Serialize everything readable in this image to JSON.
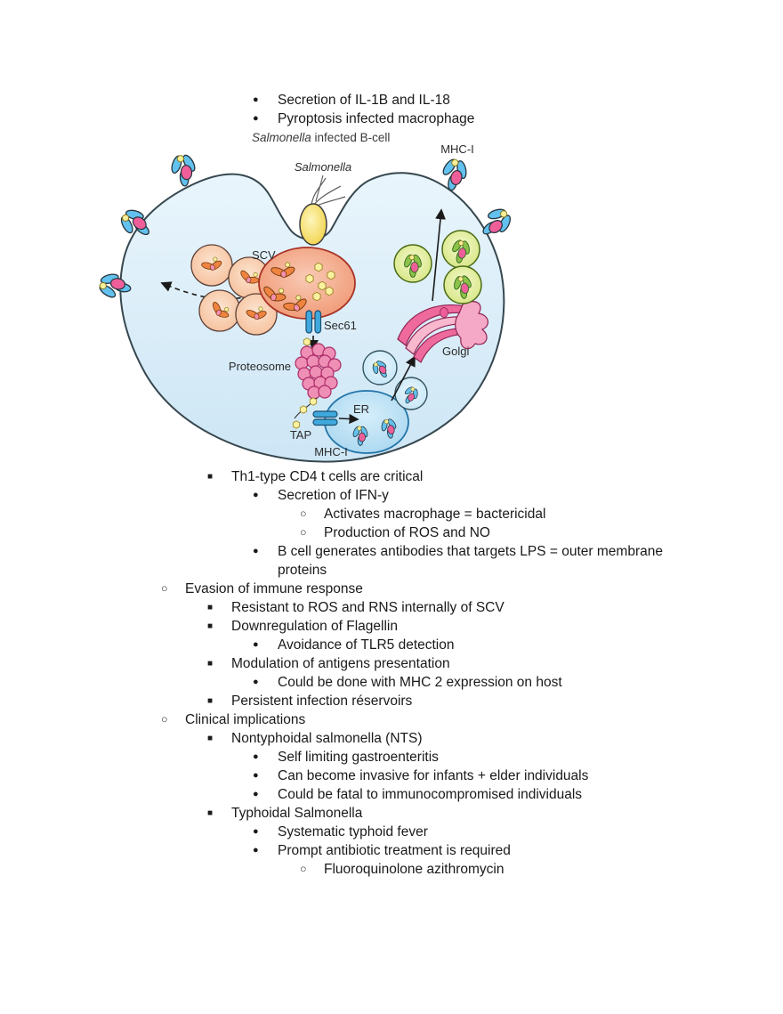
{
  "document": {
    "top_list": [
      {
        "level": 4,
        "marker": "disc",
        "text": "Secretion of IL-1B and IL-18"
      },
      {
        "level": 4,
        "marker": "disc",
        "text": "Pyroptosis infected macrophage"
      }
    ],
    "bottom_list": [
      {
        "level": 3,
        "marker": "square",
        "text": "Th1-type CD4 t cells are critical"
      },
      {
        "level": 4,
        "marker": "disc",
        "text": "Secretion of IFN-y"
      },
      {
        "level": 5,
        "marker": "circle",
        "text": "Activates macrophage = bactericidal"
      },
      {
        "level": 5,
        "marker": "circle",
        "text": "Production of ROS and NO"
      },
      {
        "level": 4,
        "marker": "disc",
        "text": "B cell generates antibodies that targets LPS = outer membrane proteins"
      },
      {
        "level": 2,
        "marker": "circle",
        "text": "Evasion of immune response"
      },
      {
        "level": 3,
        "marker": "square",
        "text": "Resistant to ROS and RNS internally of SCV"
      },
      {
        "level": 3,
        "marker": "square",
        "text": "Downregulation of Flagellin"
      },
      {
        "level": 4,
        "marker": "disc",
        "text": "Avoidance of TLR5 detection"
      },
      {
        "level": 3,
        "marker": "square",
        "text": "Modulation of antigens presentation"
      },
      {
        "level": 4,
        "marker": "disc",
        "text": "Could be done with MHC 2 expression on host"
      },
      {
        "level": 3,
        "marker": "square",
        "text": "Persistent infection réservoirs"
      },
      {
        "level": 2,
        "marker": "circle",
        "text": "Clinical implications"
      },
      {
        "level": 3,
        "marker": "square",
        "text": "Nontyphoidal salmonella (NTS)"
      },
      {
        "level": 4,
        "marker": "disc",
        "text": "Self limiting gastroenteritis"
      },
      {
        "level": 4,
        "marker": "disc",
        "text": "Can become invasive for infants + elder individuals"
      },
      {
        "level": 4,
        "marker": "disc",
        "text": "Could be fatal to immunocompromised individuals"
      },
      {
        "level": 3,
        "marker": "square",
        "text": "Typhoidal Salmonella"
      },
      {
        "level": 4,
        "marker": "disc",
        "text": "Systematic typhoid fever"
      },
      {
        "level": 4,
        "marker": "disc",
        "text": "Prompt antibiotic treatment is required"
      },
      {
        "level": 5,
        "marker": "circle",
        "text": "Fluoroquinolone azithromycin"
      }
    ]
  },
  "figure": {
    "caption_italic": "Salmonella",
    "caption_rest": " infected B-cell",
    "labels": {
      "mhc1_top": "MHC-I",
      "salmonella": "Salmonella",
      "scv": "SCV",
      "sec61": "Sec61",
      "proteosome": "Proteosome",
      "er": "ER",
      "tap": "TAP",
      "mhc1_bottom": "MHC-I",
      "golgi": "Golgi"
    },
    "colors": {
      "cell_fill_top": "#e8f4fb",
      "cell_fill_bottom": "#cfe7f5",
      "cell_stroke": "#37474f",
      "scv_fill": "#ee8e67",
      "bacterium_yellow": "#f0cc35",
      "er_blue": "#9fd2ee",
      "golgi_pink": "#ee6a9d",
      "proteosome_pink": "#ef8fb5",
      "vesicle_green": "#cfe06e",
      "vesicle_orange": "#f4b68d",
      "receptor_blue": "#62c1ee",
      "receptor_pink": "#ee5f9a",
      "peptide_yellow": "#fbf2a1"
    }
  }
}
